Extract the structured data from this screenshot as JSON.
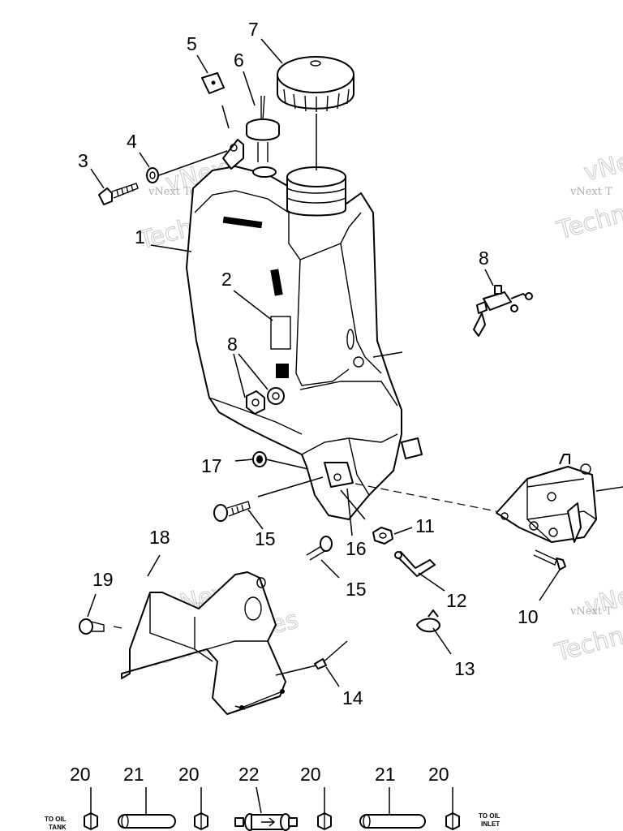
{
  "diagram": {
    "watermarks": [
      {
        "line1": "vNext",
        "line2": "Technologies"
      },
      {
        "line1": "vNext",
        "line2": "Technologies"
      },
      {
        "line1": "vNext",
        "line2": "Technologies"
      }
    ],
    "watermark_small": "vNext Technologies",
    "callouts": {
      "c1": "1",
      "c2": "2",
      "c3": "3",
      "c4": "4",
      "c5": "5",
      "c6": "6",
      "c7": "7",
      "c8a": "8",
      "c8b": "8",
      "c10": "10",
      "c11": "11",
      "c12": "12",
      "c13": "13",
      "c14": "14",
      "c15a": "15",
      "c15b": "15",
      "c16": "16",
      "c17": "17",
      "c18": "18",
      "c19": "19",
      "c20a": "20",
      "c20b": "20",
      "c20c": "20",
      "c20d": "20",
      "c21a": "21",
      "c21b": "21",
      "c22": "22"
    },
    "labels": {
      "to_oil_tank_1": "TO OIL",
      "to_oil_tank_2": "TANK",
      "to_oil_inlet_1": "TO OIL",
      "to_oil_inlet_2": "INLET"
    }
  }
}
